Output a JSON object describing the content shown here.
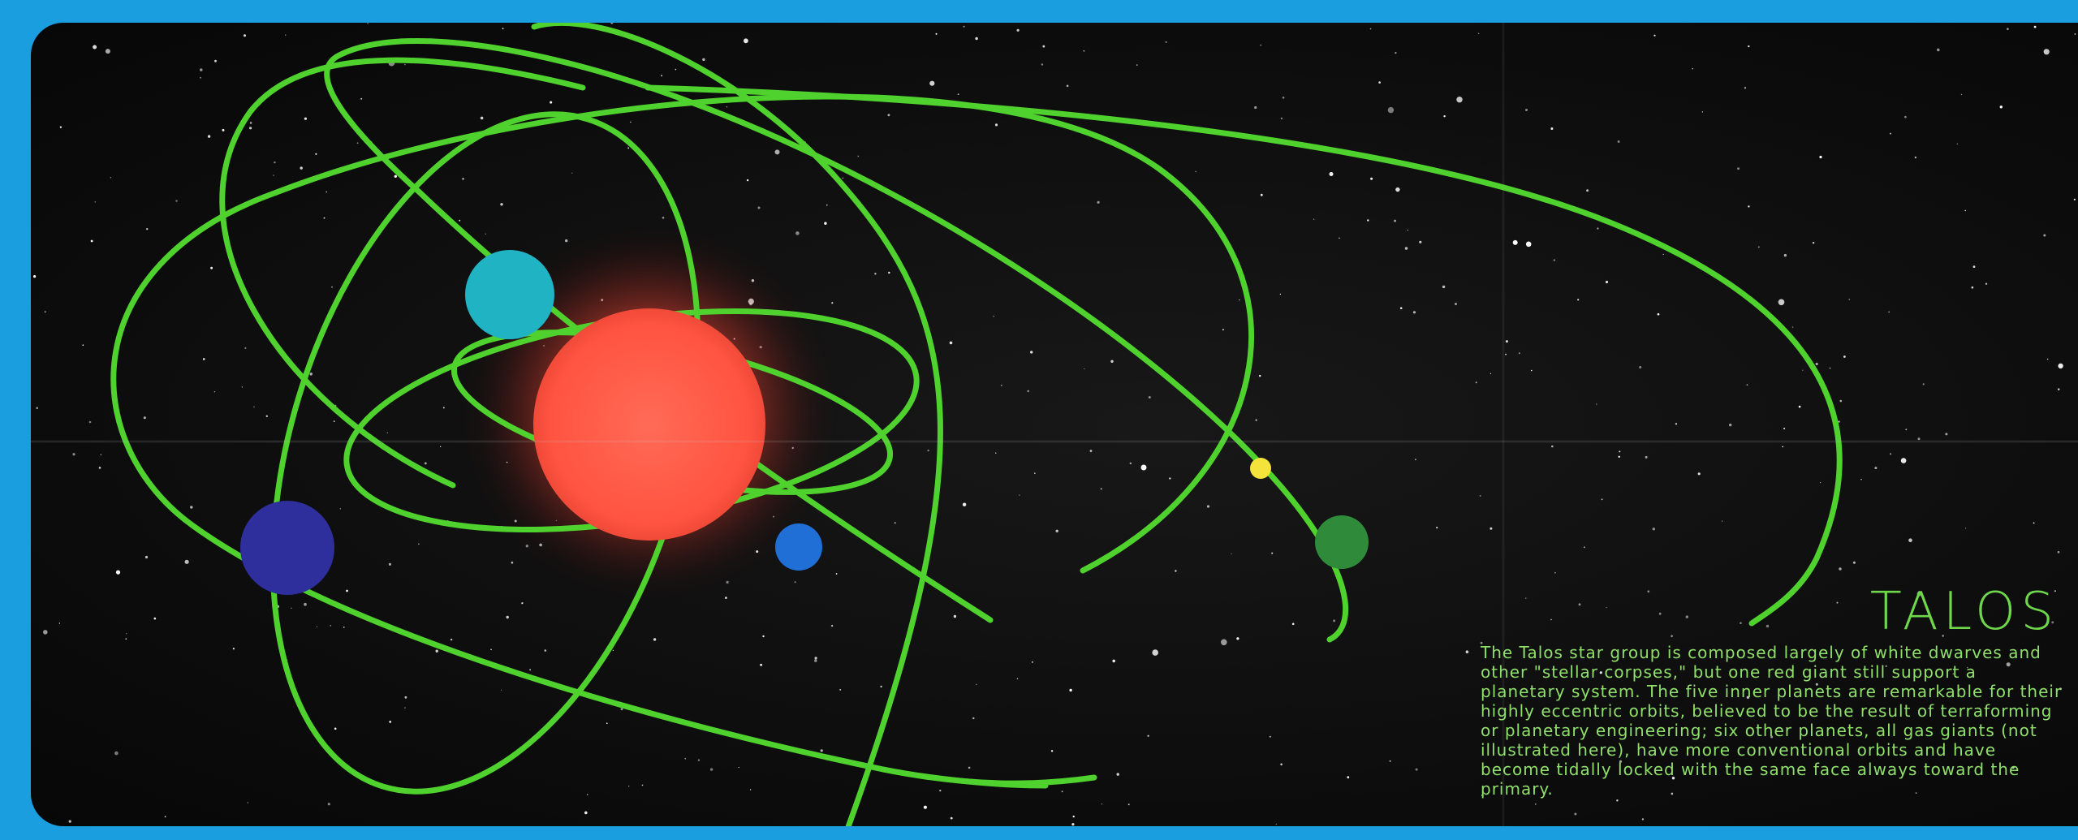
{
  "colors": {
    "border": "#1b9ee0",
    "space": "#0c0c0c",
    "orbit": "#4fd12e",
    "star_core": "#ff5a45",
    "text": "#8fe06a"
  },
  "caption": {
    "title": "TALOS",
    "body": "The Talos star group is composed largely of white dwarves and other \"stellar corpses,\" but one red giant still support a planetary system. The five inner planets are remarkable for their highly eccentric orbits, believed to be the result of terraforming or planetary engineering; six other planets, all gas giants (not illustrated here), have more conventional orbits and have become tidally locked with the same face always toward the primary."
  },
  "bodies": [
    {
      "name": "red-giant-star",
      "color": "#ff5a45"
    },
    {
      "name": "teal-planet",
      "color": "#1fb3c4"
    },
    {
      "name": "indigo-planet",
      "color": "#2e2f9c"
    },
    {
      "name": "blue-planet",
      "color": "#1f6fd6"
    },
    {
      "name": "green-planet",
      "color": "#2f8a3a"
    },
    {
      "name": "yellow-planet",
      "color": "#f3e33a"
    }
  ]
}
